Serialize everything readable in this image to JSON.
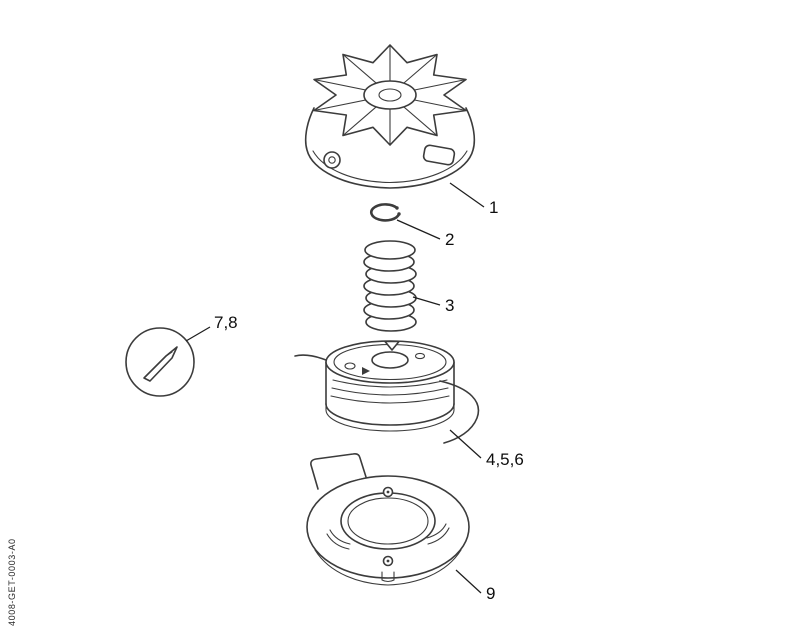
{
  "diagram": {
    "colors": {
      "line": "#3c3c3c",
      "background": "#ffffff",
      "label_text": "#0e0e0e"
    },
    "drawing_number": "4008-GET-0003-A0",
    "callouts": [
      {
        "label": "1"
      },
      {
        "label": "2"
      },
      {
        "label": "3"
      },
      {
        "label": "7,8"
      },
      {
        "label": "4,5,6"
      },
      {
        "label": "9"
      }
    ]
  }
}
